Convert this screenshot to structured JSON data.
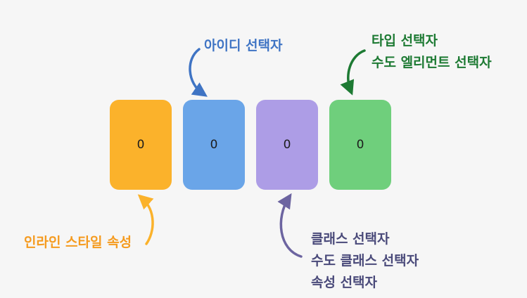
{
  "colors": {
    "background": "#f6f6f6",
    "inline": "#fbb22b",
    "id": "#6aa5e8",
    "class": "#ad9de6",
    "type": "#6fcf7c",
    "inline_text": "#f59b1f",
    "id_text": "#3f74c4",
    "class_text": "#4a4a7a",
    "type_text": "#1d7a33",
    "class_arrow": "#6c64a0"
  },
  "boxes": [
    {
      "value": "0"
    },
    {
      "value": "0"
    },
    {
      "value": "0"
    },
    {
      "value": "0"
    }
  ],
  "labels": {
    "id": [
      "아이디 선택자"
    ],
    "type": [
      "타입 선택자",
      "수도 엘리먼트 선택자"
    ],
    "inline": [
      "인라인 스타일 속성"
    ],
    "class": [
      "클래스 선택자",
      "수도 클래스 선택자",
      "속성 선택자"
    ]
  }
}
